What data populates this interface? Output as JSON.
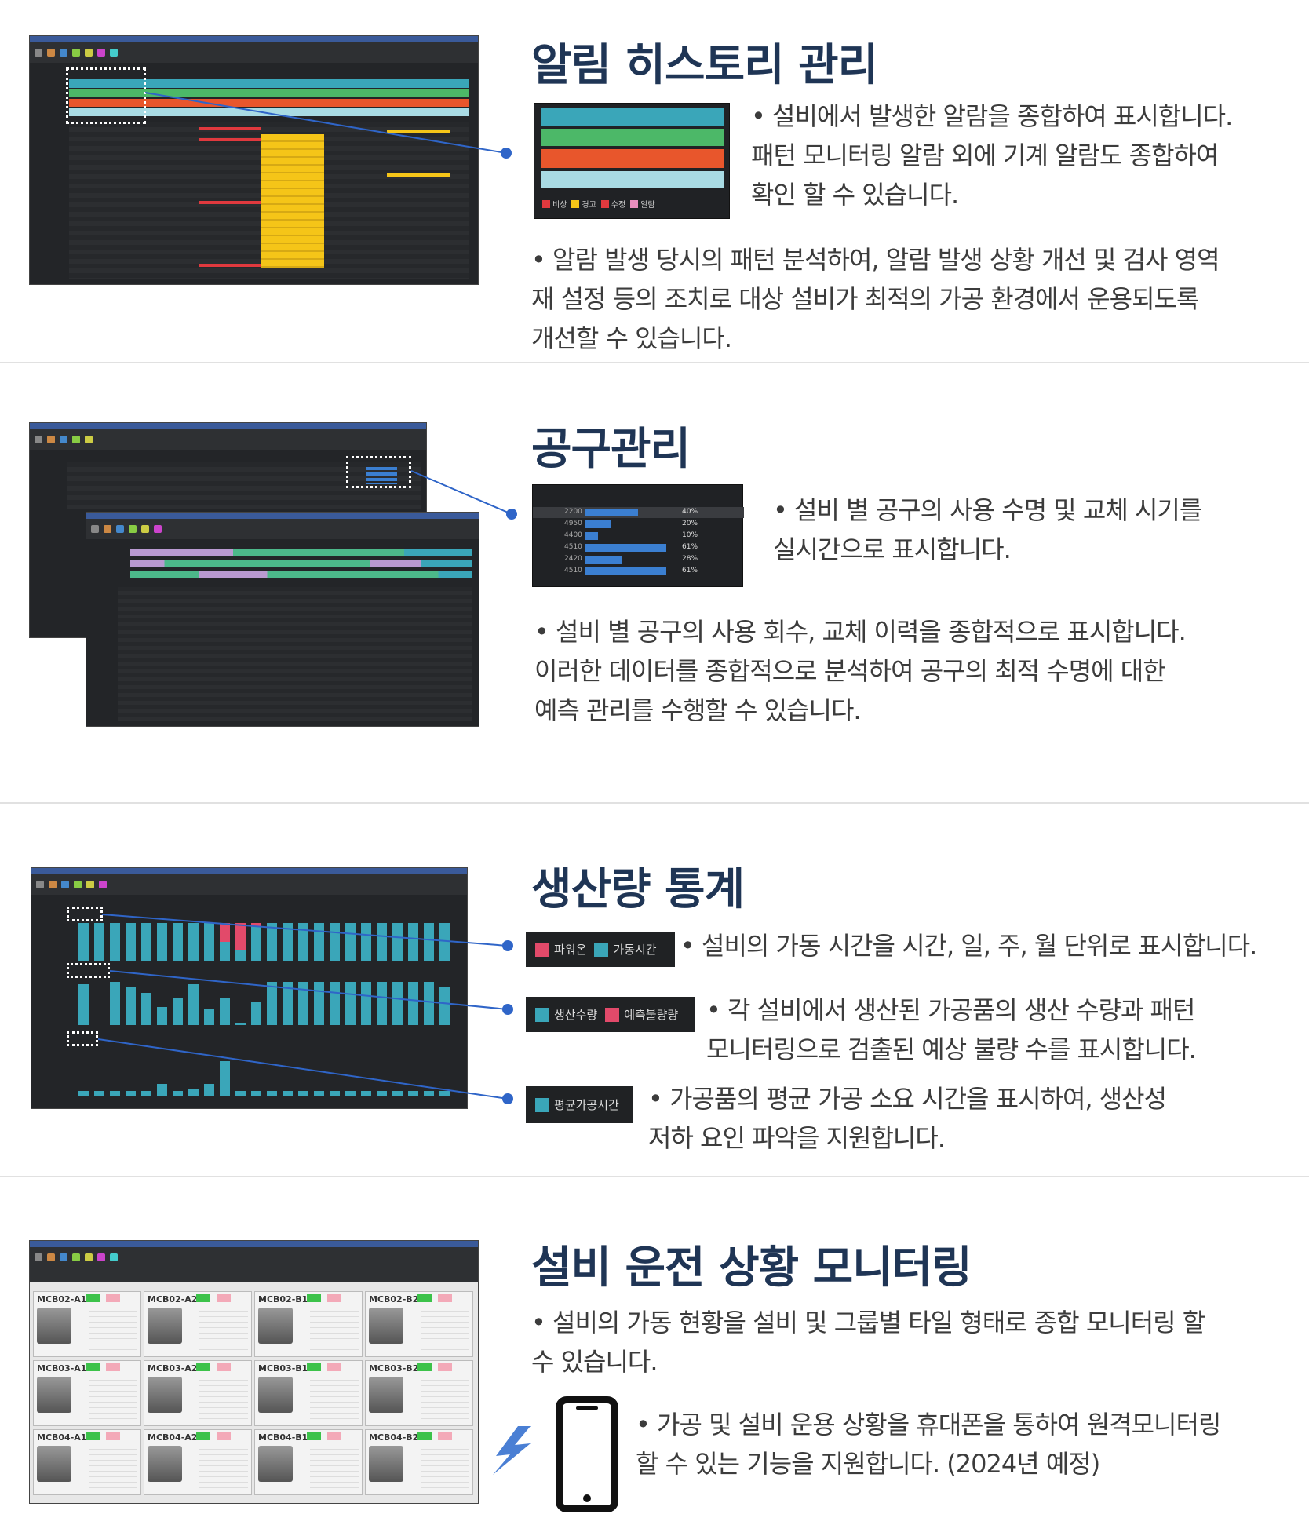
{
  "sections": {
    "alarm": {
      "title": "알림 히스토리  관리",
      "bullet1_line1": "• 설비에서 발생한 알람을 종합하여 표시합니다.",
      "bullet1_line2": "패턴 모니터링 알람 외에 기계 알람도 종합하여",
      "bullet1_line3": "확인 할 수 있습니다.",
      "bullet2_line1": "• 알람 발생 당시의 패턴 분석하여, 알람 발생 상황 개선 및 검사 영역",
      "bullet2_line2": "재 설정 등의 조치로 대상 설비가 최적의 가공 환경에서 운용되도록",
      "bullet2_line3": "개선할 수 있습니다.",
      "legend": [
        "비상",
        "경고",
        "수정",
        "알람"
      ],
      "legend_colors": [
        "#e0393e",
        "#f5c518",
        "#e0393e",
        "#e88dbd"
      ]
    },
    "tool": {
      "title": "공구관리",
      "bullet1_line1": "• 설비 별 공구의 사용 수명 및 교체 시기를",
      "bullet1_line2": "실시간으로 표시합니다.",
      "bullet2_line1": "• 설비 별 공구의 사용 회수, 교체 이력을 종합적으로 표시합니다.",
      "bullet2_line2": "이러한 데이터를 종합적으로 분석하여 공구의 최적 수명에 대한",
      "bullet2_line3": "예측 관리를 수행할 수 있습니다.",
      "zoom_rows": [
        {
          "value": "2200",
          "pct": "40%",
          "fill": 0.4
        },
        {
          "value": "4950",
          "pct": "20%",
          "fill": 0.2
        },
        {
          "value": "4400",
          "pct": "10%",
          "fill": 0.1
        },
        {
          "value": "4510",
          "pct": "61%",
          "fill": 0.61
        },
        {
          "value": "2420",
          "pct": "28%",
          "fill": 0.28
        },
        {
          "value": "4510",
          "pct": "61%",
          "fill": 0.61
        }
      ]
    },
    "production": {
      "title": "생산량 통계",
      "bullet1": "• 설비의 가동 시간을 시간, 일, 주, 월 단위로 표시합니다.",
      "bullet2_line1": "• 각 설비에서 생산된 가공품의 생산 수량과 패턴",
      "bullet2_line2": "모니터링으로 검출된 예상 불량 수를 표시합니다.",
      "bullet3_line1": "• 가공품의 평균 가공 소요 시간을 표시하여, 생산성",
      "bullet3_line2": "저하 요인 파악을 지원합니다.",
      "legend1": [
        "파워온",
        "가동시간"
      ],
      "legend2": [
        "생산수량",
        "예측불량량"
      ],
      "legend3": [
        "평균가공시간"
      ],
      "colors": {
        "teal": "#3aa6b9",
        "red": "#e24a6a"
      }
    },
    "monitoring": {
      "title": "설비 운전 상황 모니터링",
      "bullet1_line1": "• 설비의 가동 현황을 설비 및 그룹별 타일 형태로 종합 모니터링 할",
      "bullet1_line2": "수 있습니다.",
      "bullet2_line1": "• 가공 및 설비 운용 상황을 휴대폰을 통하여 원격모니터링",
      "bullet2_line2": "할 수 있는 기능을 지원합니다. (2024년 예정)",
      "tiles": [
        "MCB02-A1",
        "MCB02-A2",
        "MCB02-B1",
        "MCB02-B2",
        "MCB03-A1",
        "MCB03-A2",
        "MCB03-B1",
        "MCB03-B2",
        "MCB04-A1",
        "MCB04-A2",
        "MCB04-B1",
        "MCB04-B2"
      ]
    }
  }
}
